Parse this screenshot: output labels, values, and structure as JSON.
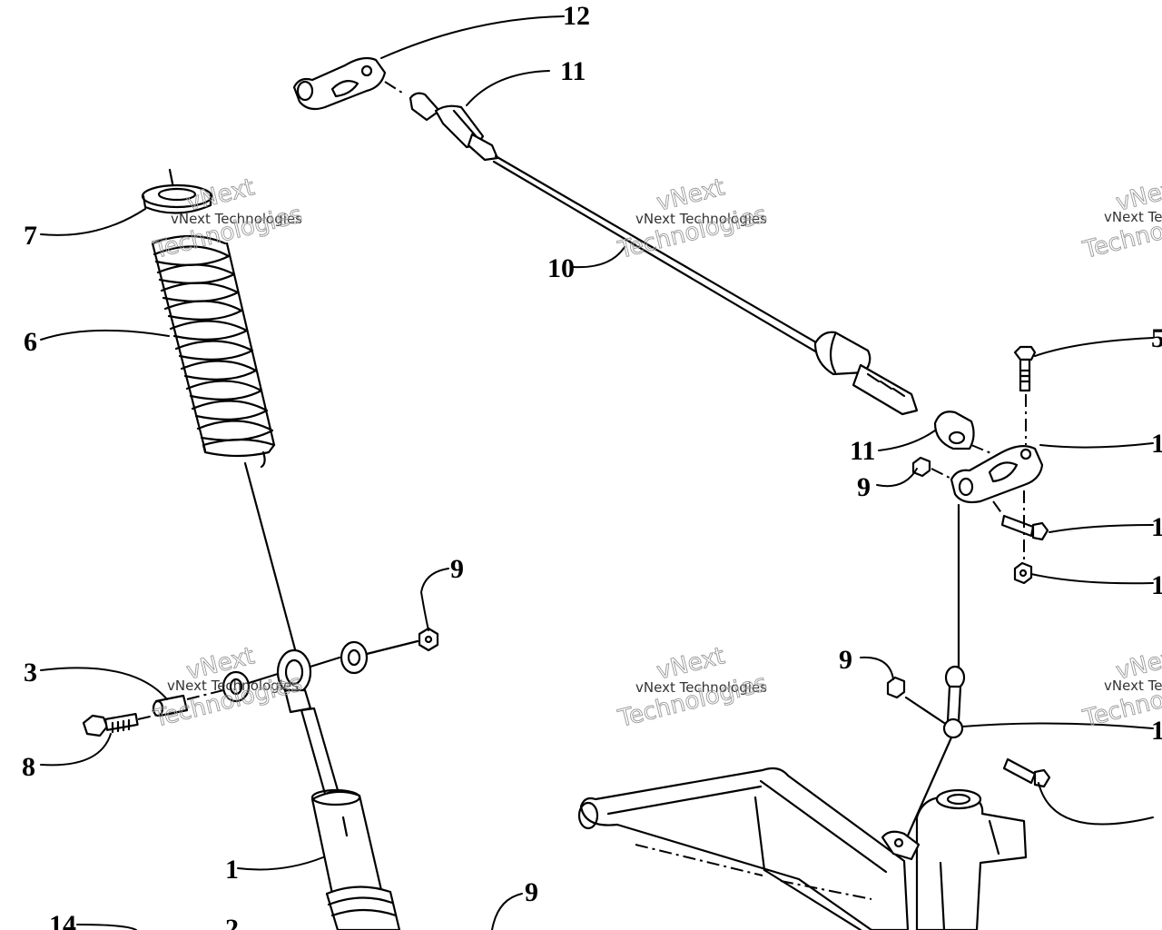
{
  "callouts": [
    {
      "id": "c12",
      "label": "12"
    },
    {
      "id": "c11a",
      "label": "11"
    },
    {
      "id": "c7",
      "label": "7"
    },
    {
      "id": "c10",
      "label": "10"
    },
    {
      "id": "c6",
      "label": "6"
    },
    {
      "id": "c5",
      "label": "5"
    },
    {
      "id": "c11b",
      "label": "11"
    },
    {
      "id": "c9a",
      "label": "9"
    },
    {
      "id": "c1r1",
      "label": "1"
    },
    {
      "id": "c1r2",
      "label": "1"
    },
    {
      "id": "c1r3",
      "label": "1"
    },
    {
      "id": "c9b",
      "label": "9"
    },
    {
      "id": "c3",
      "label": "3"
    },
    {
      "id": "c9c",
      "label": "9"
    },
    {
      "id": "c1r4",
      "label": "1"
    },
    {
      "id": "c8",
      "label": "8"
    },
    {
      "id": "c1",
      "label": "1"
    },
    {
      "id": "c9d",
      "label": "9"
    },
    {
      "id": "c14",
      "label": "14"
    },
    {
      "id": "c2",
      "label": "2"
    }
  ],
  "watermark": {
    "line1": "vNext Technologies",
    "line2": "vNext",
    "line3": "Technologies"
  }
}
